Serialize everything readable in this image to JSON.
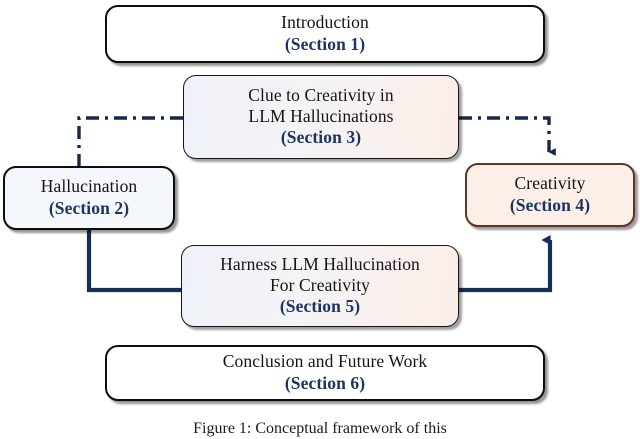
{
  "figure": {
    "type": "flow-diagram",
    "caption": "Figure 1: Conceptual framework of this",
    "colors": {
      "section_label": "#1d3461",
      "body_text": "#141414",
      "edge_solid": "#172f55",
      "edge_dashdot": "#17294a",
      "plain_box_fill": "#ffffff",
      "plain_box_border": "#0d0d0d",
      "blue_box_fill": "#f4f7fb",
      "peach_box_fill": "#fcefe7",
      "peach_box_border": "#5b3623",
      "gradient_from": "#eef2f8",
      "gradient_to": "#fbeee7"
    }
  },
  "nodes": {
    "introduction": {
      "title": "Introduction",
      "section": "(Section 1)",
      "style": "plain"
    },
    "clue": {
      "title_line1": "Clue to Creativity in",
      "title_line2": "LLM Hallucinations",
      "section": "(Section 3)",
      "style": "gradient"
    },
    "hallucination": {
      "title": "Hallucination",
      "section": "(Section 2)",
      "style": "pale-blue"
    },
    "creativity": {
      "title": "Creativity",
      "section": "(Section 4)",
      "style": "peach"
    },
    "harness": {
      "title_line1": "Harness LLM Hallucination",
      "title_line2": "For Creativity",
      "section": "(Section 5)",
      "style": "gradient"
    },
    "conclusion": {
      "title": "Conclusion and Future Work",
      "section": "(Section 6)",
      "style": "plain"
    }
  },
  "edges": [
    {
      "name": "clue-to-hallucination",
      "from": "clue",
      "to": "hallucination",
      "style": "dash-dot",
      "arrow": "none"
    },
    {
      "name": "clue-to-creativity",
      "from": "clue",
      "to": "creativity",
      "style": "dash-dot",
      "arrow": "end"
    },
    {
      "name": "hallucination-to-harness",
      "from": "hallucination",
      "to": "harness",
      "style": "solid",
      "arrow": "none"
    },
    {
      "name": "harness-to-creativity",
      "from": "harness",
      "to": "creativity",
      "style": "solid",
      "arrow": "end"
    }
  ]
}
